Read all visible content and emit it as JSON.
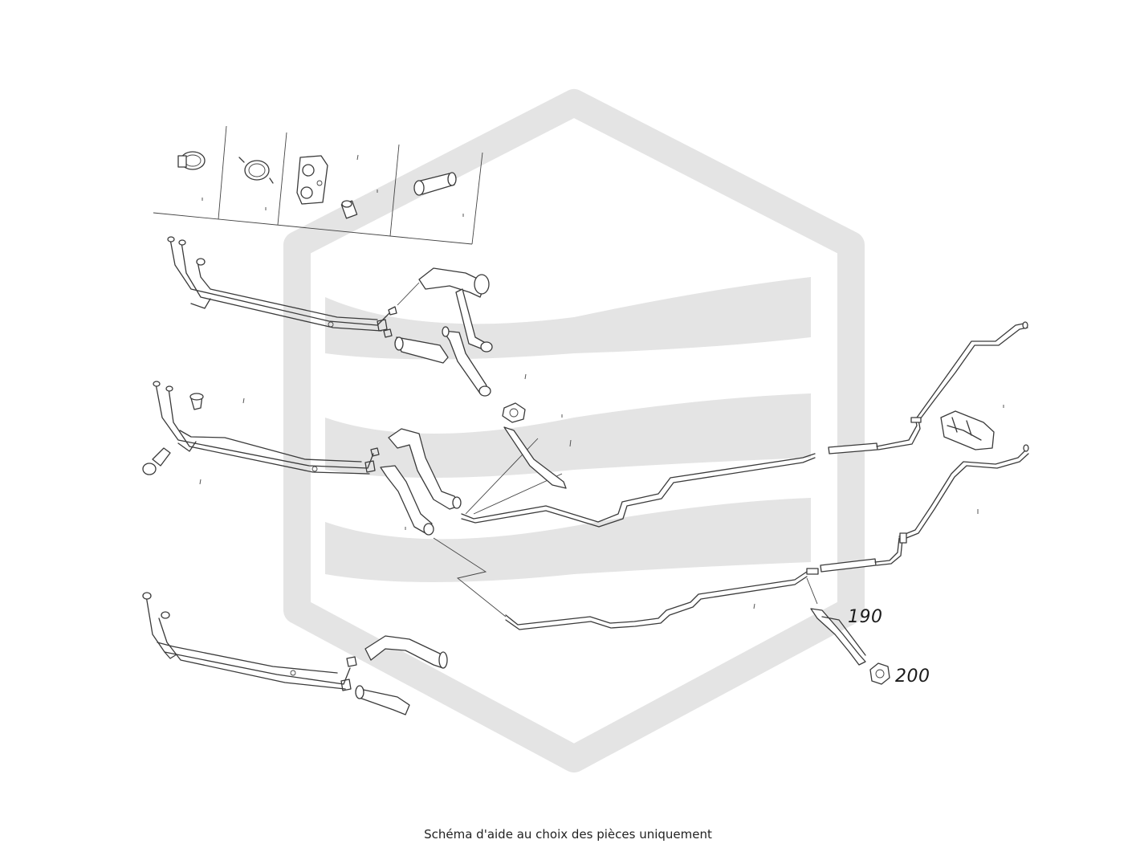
{
  "callouts": {
    "part_190": "190",
    "part_200": "200"
  },
  "caption": "Schéma d'aide au choix des pièces uniquement",
  "colors": {
    "watermark": "#e4e4e4",
    "line_art": "#3a3a3a",
    "background": "#ffffff"
  }
}
